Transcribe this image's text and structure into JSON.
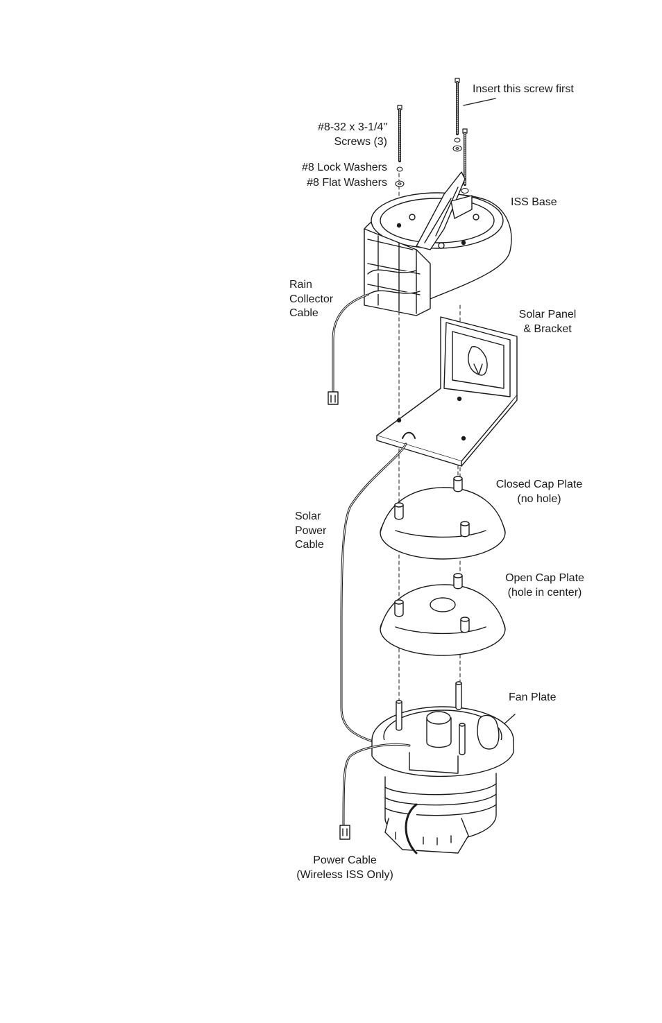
{
  "labels": {
    "insert_first": "Insert this screw first",
    "screws": [
      "#8-32 x 3-1/4\"",
      "Screws (3)"
    ],
    "lock_washers": "#8 Lock Washers",
    "flat_washers": "#8 Flat Washers",
    "iss_base": "ISS Base",
    "rain_cable": [
      "Rain",
      "Collector",
      "Cable"
    ],
    "solar_panel": [
      "Solar Panel",
      "& Bracket"
    ],
    "closed_cap": [
      "Closed Cap Plate",
      "(no hole)"
    ],
    "solar_cable": [
      "Solar",
      "Power",
      "Cable"
    ],
    "open_cap": [
      "Open Cap Plate",
      "(hole in center)"
    ],
    "fan_plate": "Fan Plate",
    "power_cable": [
      "Power Cable",
      "(Wireless ISS Only)"
    ]
  },
  "colors": {
    "line": "#1a1a1a",
    "fill": "#ffffff",
    "shade": "#d9d9d9"
  }
}
